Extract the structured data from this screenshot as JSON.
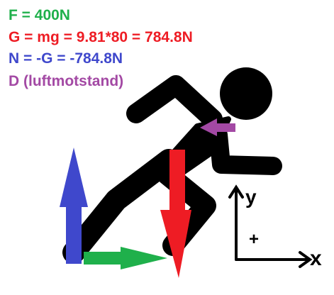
{
  "equations": {
    "f": "F = 400N",
    "g": "G = mg = 9.81*80 = 784.8N",
    "n": "N = -G = -784.8N",
    "d": "D (luftmotstand)"
  },
  "axes": {
    "y_label": "y",
    "x_label": "x",
    "positive_sign": "+"
  },
  "colors": {
    "f": "#1fb04b",
    "g": "#ee1c24",
    "n": "#3f48cc",
    "d": "#a349a4",
    "figure": "#000000"
  },
  "figure": {
    "icon": "sprinter-start-icon"
  }
}
